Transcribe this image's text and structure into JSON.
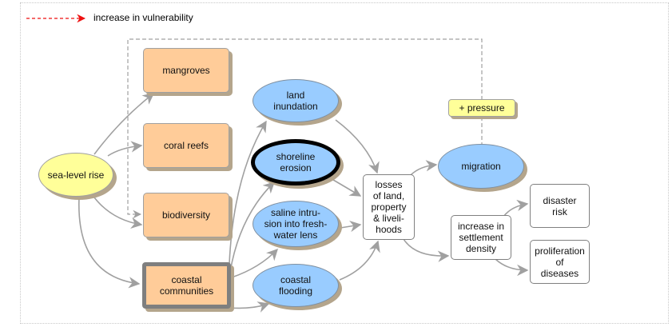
{
  "legend": {
    "arrow_icon": "red-dashed-arrow",
    "label": "increase in vulnerability",
    "color": "#ee1111"
  },
  "colors": {
    "cause_fill": "#ffff99",
    "system_fill": "#ffcc99",
    "impact_fill": "#99ccff",
    "consequence_fill": "#ffffff",
    "edge": "#a0a0a0",
    "shadow": "#b4a58c"
  },
  "nodes": {
    "sea_level_rise": "sea-level rise",
    "mangroves": "mangroves",
    "coral_reefs": "coral reefs",
    "biodiversity": "biodiversity",
    "coastal_communities": "coastal\ncommunities",
    "land_inundation": "land\ninundation",
    "shoreline_erosion": "shoreline\nerosion",
    "saline_intrusion": "saline intru-\nsion into fresh-\nwater lens",
    "coastal_flooding": "coastal\nflooding",
    "losses": "losses\nof land,\nproperty\n& liveli-\nhoods",
    "migration": "migration",
    "pressure": "+ pressure",
    "settlement_density": "increase in\nsettlement\ndensity",
    "disaster_risk": "disaster\nrisk",
    "diseases": "proliferation\nof\ndiseases"
  },
  "edges": [
    {
      "from": "sea-level rise",
      "to": "mangroves"
    },
    {
      "from": "sea-level rise",
      "to": "coral reefs"
    },
    {
      "from": "sea-level rise",
      "to": "biodiversity"
    },
    {
      "from": "sea-level rise",
      "to": "coastal communities"
    },
    {
      "from": "coastal communities",
      "to": "land inundation"
    },
    {
      "from": "coastal communities",
      "to": "shoreline erosion"
    },
    {
      "from": "coastal communities",
      "to": "saline intrusion"
    },
    {
      "from": "coastal communities",
      "to": "coastal flooding"
    },
    {
      "from": "land inundation",
      "to": "losses"
    },
    {
      "from": "shoreline erosion",
      "to": "losses"
    },
    {
      "from": "saline intrusion",
      "to": "losses"
    },
    {
      "from": "coastal flooding",
      "to": "losses"
    },
    {
      "from": "losses",
      "to": "migration"
    },
    {
      "from": "losses",
      "to": "increase in settlement density"
    },
    {
      "from": "increase in settlement density",
      "to": "disaster risk"
    },
    {
      "from": "increase in settlement density",
      "to": "proliferation of diseases"
    },
    {
      "from": "migration",
      "to": "biodiversity",
      "style": "dashed",
      "via": "+ pressure"
    }
  ]
}
